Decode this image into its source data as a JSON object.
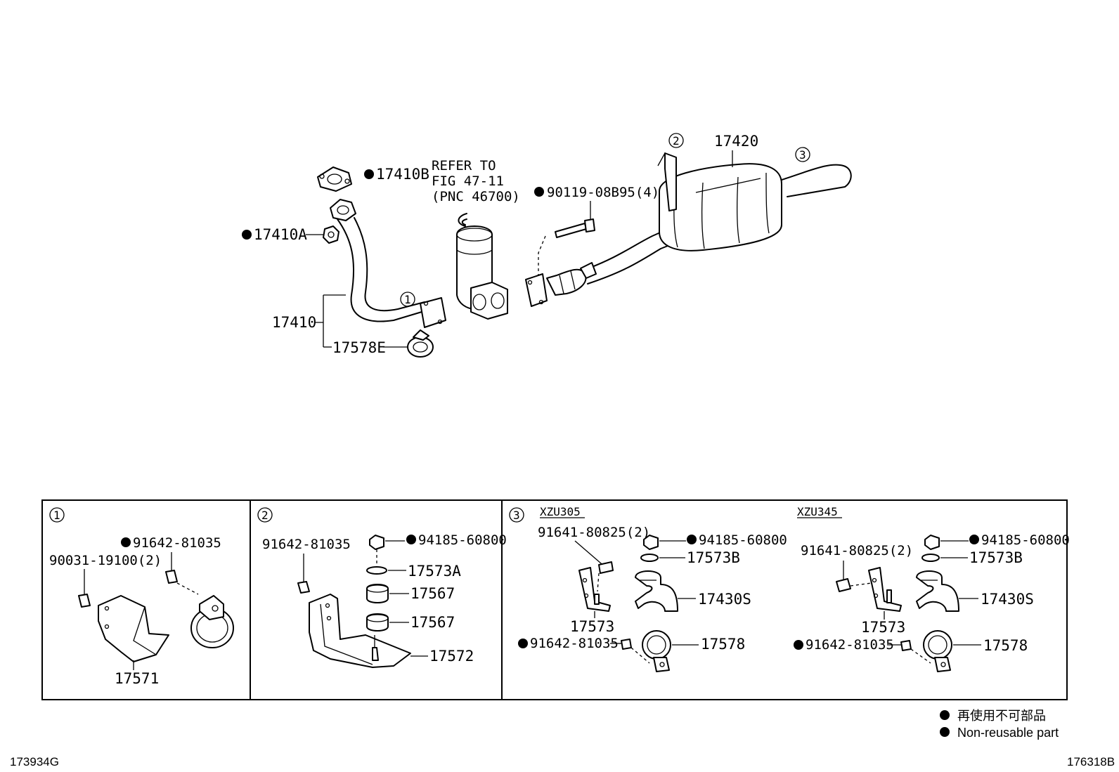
{
  "main_labels": {
    "p17410b": "17410B",
    "p17410a": "17410A",
    "p17410": "17410",
    "p17578e": "17578E",
    "refer_line1": "REFER TO",
    "refer_line2": "FIG 47-11",
    "refer_line3": "(PNC 46700)",
    "bolt": "90119-08B95(4)",
    "p17420": "17420"
  },
  "callouts": {
    "c1": "1",
    "c2": "2",
    "c3": "3"
  },
  "panel1": {
    "num": "1",
    "bolt_nonreuse": "91642-81035",
    "bolt2": "90031-19100(2)",
    "part": "17571"
  },
  "panel2": {
    "num": "2",
    "bolt": "91642-81035",
    "nut": "94185-60800",
    "washer": "17573A",
    "cushion1": "17567",
    "cushion2": "17567",
    "bracket": "17572"
  },
  "panel3": {
    "num": "3",
    "left": {
      "model": "XZU305",
      "bolt": "91641-80825(2)",
      "nut": "94185-60800",
      "washer": "17573B",
      "bracket": "17573",
      "support": "17430S",
      "bolt2": "91642-81035",
      "clamp": "17578"
    },
    "right": {
      "model": "XZU345",
      "bolt": "91641-80825(2)",
      "nut": "94185-60800",
      "washer": "17573B",
      "bracket": "17573",
      "support": "17430S",
      "bolt2": "91642-81035",
      "clamp": "17578"
    }
  },
  "legend": {
    "line_ja": "再使用不可部品",
    "line_en": "Non-reusable part"
  },
  "footer": {
    "left_code": "173934G",
    "right_code": "176318B"
  }
}
